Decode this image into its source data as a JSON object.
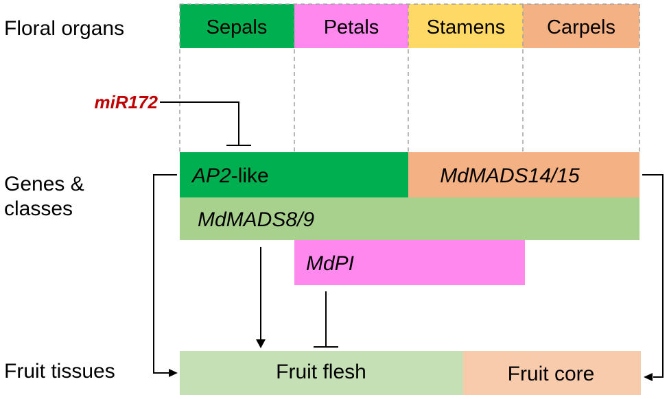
{
  "rows": {
    "floral_organs": "Floral organs",
    "genes_classes_line1": "Genes &",
    "genes_classes_line2": "classes",
    "fruit_tissues": "Fruit tissues"
  },
  "organs": {
    "sepals": "Sepals",
    "petals": "Petals",
    "stamens": "Stamens",
    "carpels": "Carpels"
  },
  "regulator": {
    "mirna": "miR172"
  },
  "genes": {
    "ap2_prefix": "AP2",
    "ap2_suffix": "-like",
    "mdmads14_15": "MdMADS14/15",
    "mdmads8_9": "MdMADS8/9",
    "mdpi": "MdPI"
  },
  "tissues": {
    "flesh": "Fruit flesh",
    "core": "Fruit core"
  },
  "colors": {
    "sepals": "#00b050",
    "petals": "#ff88ee",
    "stamens": "#ffd966",
    "carpels": "#f4b183",
    "mdmads8_9": "#a9d18e",
    "flesh": "#c5e0b4",
    "core": "#f8cbad",
    "mirna": "#c00000"
  }
}
